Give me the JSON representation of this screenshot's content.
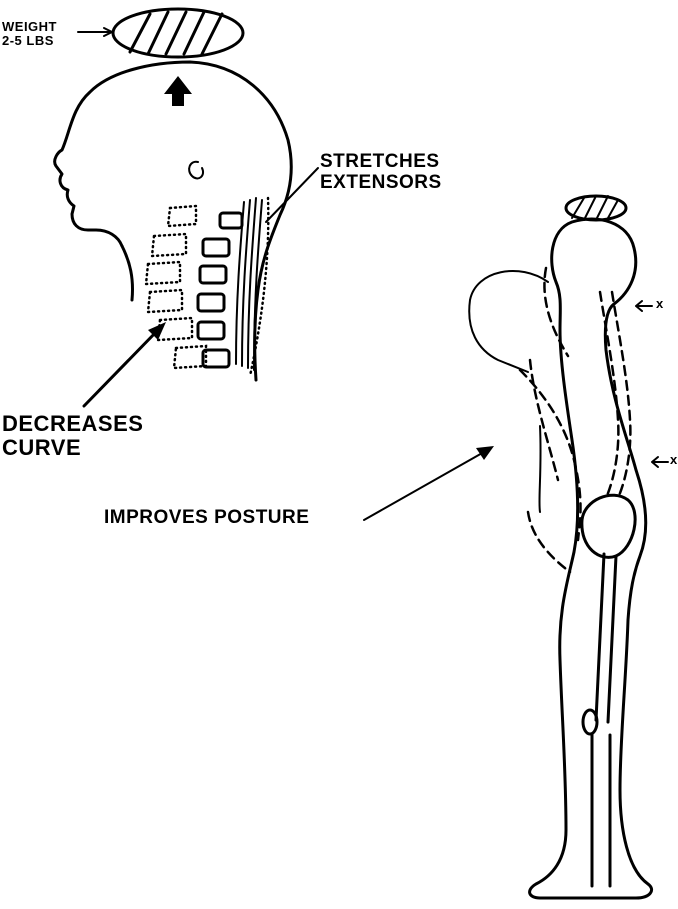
{
  "labels": {
    "weight_line1": "WEIGHT",
    "weight_line2": "2-5 LBS",
    "stretches_line1": "STRETCHES",
    "stretches_line2": "EXTENSORS",
    "decreases_line1": "DECREASES",
    "decreases_line2": "CURVE",
    "improves": "IMPROVES POSTURE",
    "x_upper": "x",
    "x_lower": "x"
  },
  "colors": {
    "ink": "#000000",
    "paper": "#ffffff"
  }
}
